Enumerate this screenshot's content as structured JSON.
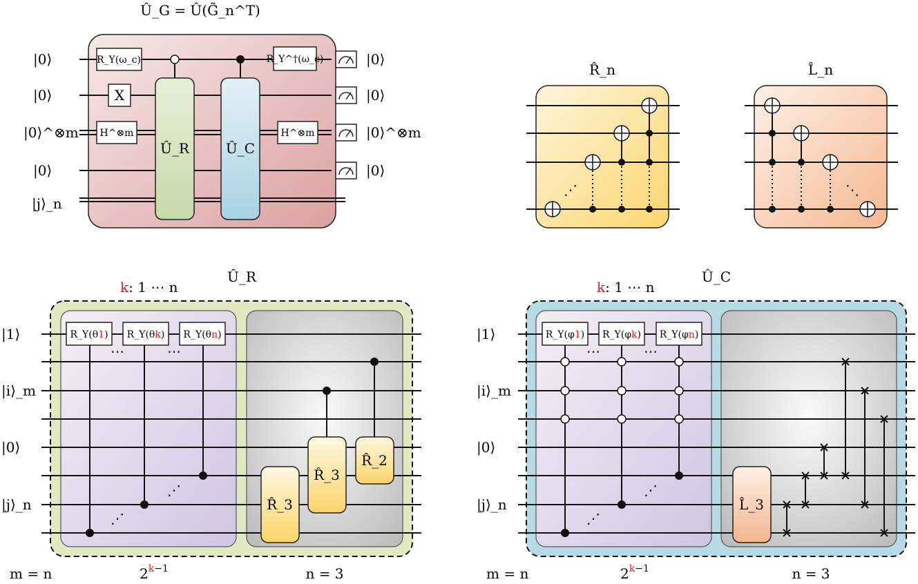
{
  "top_left": {
    "title": "Û_G = Û(G̃_n^T)",
    "inputs": [
      "|0⟩",
      "|0⟩",
      "|0⟩^⊗m",
      "|0⟩",
      "|j⟩_n"
    ],
    "outputs": [
      "|0⟩",
      "|0⟩",
      "|0⟩^⊗m",
      "|0⟩"
    ],
    "gates": {
      "ry": "R_Y(ω_c)",
      "x": "X",
      "h1": "H^⊗m",
      "ur": "Û_R",
      "uc": "Û_C",
      "ryd": "R_Y^†(ω_c)",
      "h2": "H^⊗m"
    },
    "colors": {
      "frame": "#d9a0a0",
      "ur": "#cfe0b8",
      "uc": "#bcdde9"
    }
  },
  "rn": {
    "title": "R̂_n",
    "dots": "⋰",
    "color": "#fbd97a"
  },
  "ln": {
    "title": "L̂_n",
    "dots": "⋱",
    "color": "#f6c3a3"
  },
  "bottom_left": {
    "title": "Û_R",
    "loop_k": "k",
    "loop_range": ": 1 ⋯ n",
    "inputs": [
      "|1⟩",
      "|i⟩_m",
      "|0⟩",
      "|j⟩_n"
    ],
    "gates": [
      {
        "pre": "R_Y(θ",
        "idx": "1",
        "post": ")"
      },
      {
        "pre": "R_Y(θ",
        "idx": "k",
        "post": ")"
      },
      {
        "pre": "R_Y(θ",
        "idx": "n",
        "post": ")"
      }
    ],
    "ellipsis": "⋯",
    "r_gates": [
      "R̂_3",
      "R̂_3",
      "R̂_2"
    ],
    "footer_left": "m = n",
    "footer_mid_base": "2",
    "footer_mid_exp_red": "k",
    "footer_mid_exp_black": "−1",
    "footer_right": "n = 3",
    "colors": {
      "outer": "#e3eac5",
      "inner": "#dcd3e8",
      "gray": "#d6d6d6"
    }
  },
  "bottom_right": {
    "title": "Û_C",
    "loop_k": "k",
    "loop_range": ": 1 ⋯ n",
    "inputs": [
      "|1⟩",
      "|i⟩_m",
      "|0⟩",
      "|j⟩_n"
    ],
    "gates": [
      {
        "pre": "R_Y(φ",
        "idx": "1",
        "post": ")"
      },
      {
        "pre": "R_Y(φ",
        "idx": "k",
        "post": ")"
      },
      {
        "pre": "R_Y(φ",
        "idx": "n",
        "post": ")"
      }
    ],
    "ellipsis": "⋯",
    "l_gate": "L̂_3",
    "footer_left": "m = n",
    "footer_mid_base": "2",
    "footer_mid_exp_red": "k",
    "footer_mid_exp_black": "−1",
    "footer_right": "n = 3",
    "colors": {
      "outer": "#b9dce6",
      "inner": "#dcd3e8",
      "gray": "#d6d6d6"
    }
  }
}
